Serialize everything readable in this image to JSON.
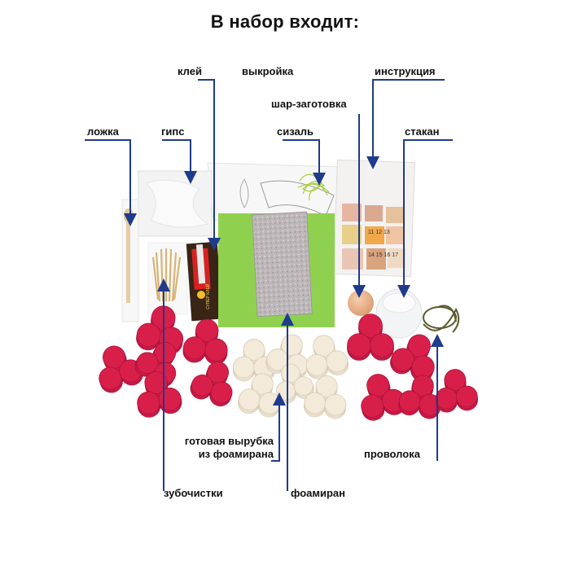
{
  "title": "В набор входит:",
  "labels": {
    "glue": "клей",
    "pattern": "выкройка",
    "instruction": "инструкция",
    "ball_blank": "шар-заготовка",
    "spoon": "ложка",
    "plaster": "гипс",
    "sisal": "сизаль",
    "cup": "стакан",
    "ready_cut_line1": "готовая вырубка",
    "ready_cut_line2": "из фоамирана",
    "wire": "проволока",
    "toothpicks": "зубочистки",
    "foamiran": "фоамиран"
  },
  "product_text": {
    "glue_brand": "СУПЕР КЛЕЙ",
    "instruction_numbers": [
      "11",
      "12",
      "13",
      "14",
      "15",
      "16",
      "17"
    ]
  },
  "colors": {
    "arrow": "#1f3b8c",
    "red_petal": "#d81f4a",
    "cream_petal": "#f3ead9",
    "green_foam": "#8fd14f",
    "glitter_foam": "#b9b3b6"
  },
  "icons": {
    "arrow": "arrow-icon"
  }
}
